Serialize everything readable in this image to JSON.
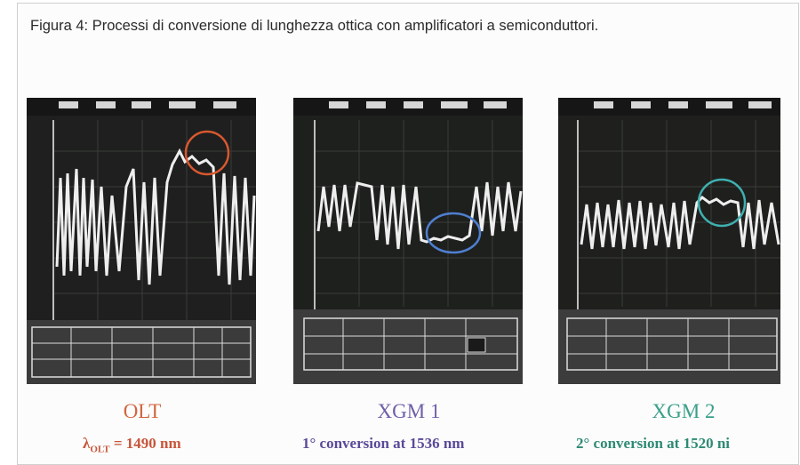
{
  "caption": "Figura 4: Processi di conversione di lunghezza ottica con amplificatori a semiconduttori.",
  "panels": [
    {
      "title": "OLT",
      "title_color": "#d2663f",
      "sub_prefix": "λ",
      "sub_sub": "OLT",
      "sub_rest": " = 1490 nm",
      "sub_color": "#c8553a",
      "circle_color": "#d8582f",
      "image": "oscilloscope-screenshot"
    },
    {
      "title": "XGM 1",
      "title_color": "#6f5fa8",
      "sub_text": "1° conversion at 1536 nm",
      "sub_color": "#5a4a98",
      "circle_color": "#4f7fd0",
      "image": "oscilloscope-screenshot"
    },
    {
      "title": "XGM 2",
      "title_color": "#3aa08a",
      "sub_text": "2° conversion at 1520 ni",
      "sub_color": "#2e8a74",
      "circle_color": "#3fb0b0",
      "image": "oscilloscope-screenshot"
    }
  ]
}
